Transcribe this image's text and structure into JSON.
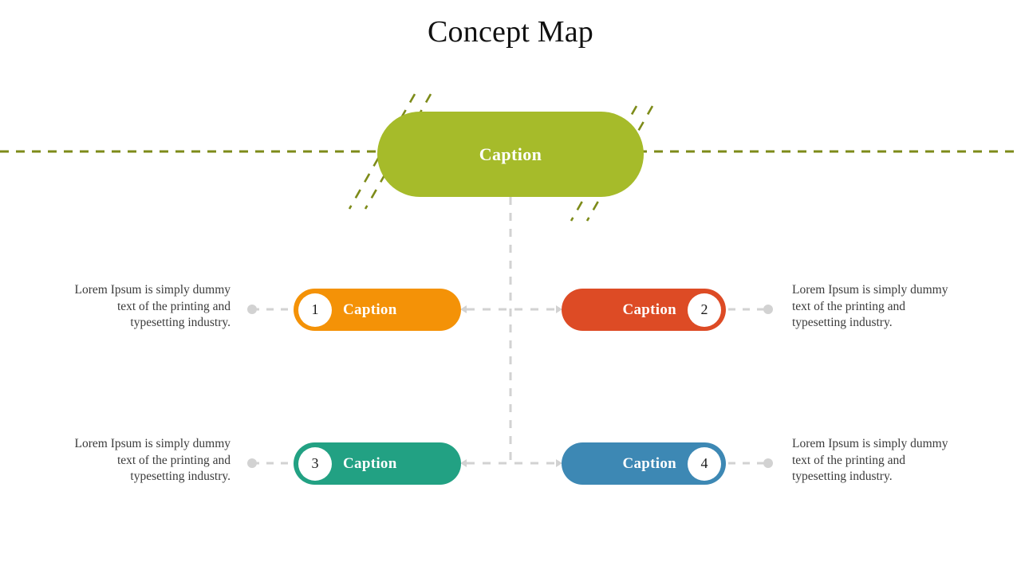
{
  "page": {
    "title": "Concept Map",
    "background": "#ffffff"
  },
  "hero": {
    "label": "Caption",
    "color": "#a6bb2a",
    "accent_line_color": "#7d8b19"
  },
  "connectors": {
    "color": "#d2d2d2",
    "axis_color": "#7d8b19"
  },
  "nodes": [
    {
      "id": "1",
      "number": "1",
      "label": "Caption",
      "color": "#f49207",
      "side": "left",
      "row": "top",
      "description": "Lorem Ipsum is simply dummy text of the printing and typesetting industry."
    },
    {
      "id": "2",
      "number": "2",
      "label": "Caption",
      "color": "#dd4b25",
      "side": "right",
      "row": "top",
      "description": "Lorem Ipsum is simply dummy text of the printing and typesetting industry."
    },
    {
      "id": "3",
      "number": "3",
      "label": "Caption",
      "color": "#22a183",
      "side": "left",
      "row": "bottom",
      "description": "Lorem Ipsum is simply dummy text of the printing and typesetting industry."
    },
    {
      "id": "4",
      "number": "4",
      "label": "Caption",
      "color": "#3d88b4",
      "side": "right",
      "row": "bottom",
      "description": "Lorem Ipsum is simply dummy text of the printing and typesetting industry."
    }
  ]
}
